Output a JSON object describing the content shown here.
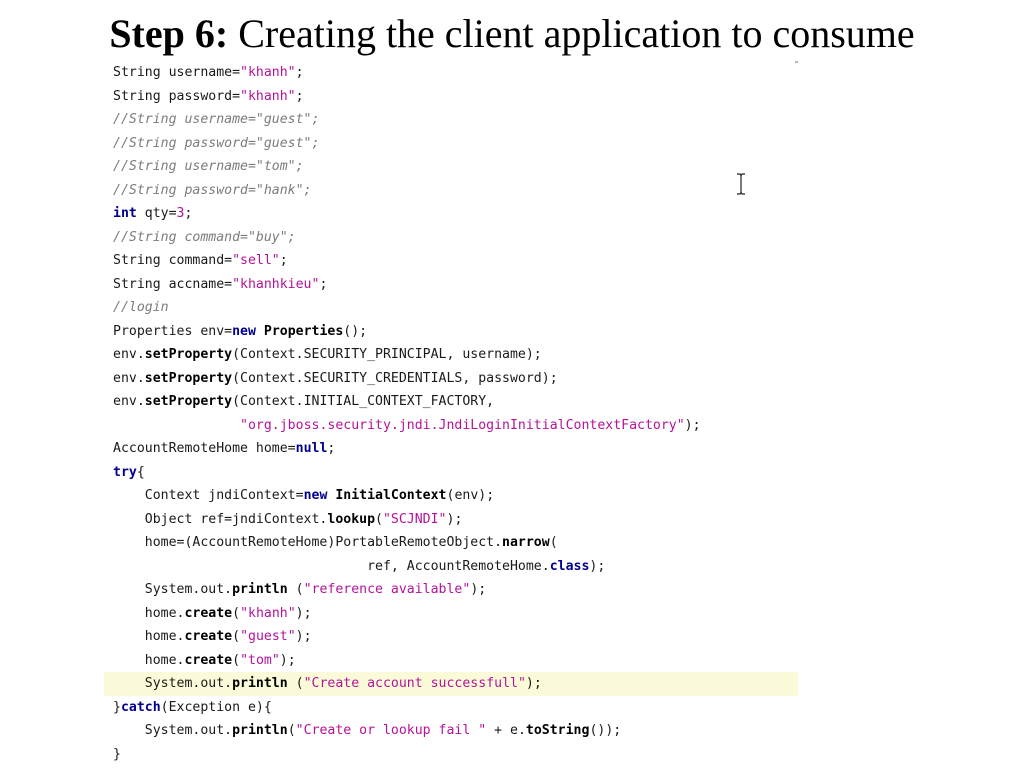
{
  "slide": {
    "title_bold": "Step 6:",
    "title_rest": "Creating the client application to consume"
  },
  "code_lines": [
    {
      "indent": "",
      "hl": false,
      "parts": [
        {
          "c": "p",
          "t": "String username="
        },
        {
          "c": "str",
          "t": "\"khanh\""
        },
        {
          "c": "p",
          "t": ";"
        }
      ]
    },
    {
      "indent": "",
      "hl": false,
      "parts": [
        {
          "c": "p",
          "t": "String password="
        },
        {
          "c": "str",
          "t": "\"khanh\""
        },
        {
          "c": "p",
          "t": ";"
        }
      ]
    },
    {
      "indent": "",
      "hl": false,
      "parts": [
        {
          "c": "cm",
          "t": "//String username=\"guest\";"
        }
      ]
    },
    {
      "indent": "",
      "hl": false,
      "parts": [
        {
          "c": "cm",
          "t": "//String password=\"guest\";"
        }
      ]
    },
    {
      "indent": "",
      "hl": false,
      "parts": [
        {
          "c": "cm",
          "t": "//String username=\"tom\";"
        }
      ]
    },
    {
      "indent": "",
      "hl": false,
      "parts": [
        {
          "c": "cm",
          "t": "//String password=\"hank\";"
        }
      ]
    },
    {
      "indent": "",
      "hl": false,
      "parts": [
        {
          "c": "kw",
          "t": "int"
        },
        {
          "c": "p",
          "t": " qty="
        },
        {
          "c": "num",
          "t": "3"
        },
        {
          "c": "p",
          "t": ";"
        }
      ]
    },
    {
      "indent": "",
      "hl": false,
      "parts": [
        {
          "c": "cm",
          "t": "//String command=\"buy\";"
        }
      ]
    },
    {
      "indent": "",
      "hl": false,
      "parts": [
        {
          "c": "p",
          "t": "String command="
        },
        {
          "c": "str",
          "t": "\"sell\""
        },
        {
          "c": "p",
          "t": ";"
        }
      ]
    },
    {
      "indent": "",
      "hl": false,
      "parts": [
        {
          "c": "p",
          "t": "String accname="
        },
        {
          "c": "str",
          "t": "\"khanhkieu\""
        },
        {
          "c": "p",
          "t": ";"
        }
      ]
    },
    {
      "indent": "",
      "hl": false,
      "parts": [
        {
          "c": "cm",
          "t": "//login"
        }
      ]
    },
    {
      "indent": "",
      "hl": false,
      "parts": [
        {
          "c": "p",
          "t": "Properties env="
        },
        {
          "c": "kw",
          "t": "new"
        },
        {
          "c": "p",
          "t": " "
        },
        {
          "c": "mth",
          "t": "Properties"
        },
        {
          "c": "p",
          "t": "();"
        }
      ]
    },
    {
      "indent": "",
      "hl": false,
      "parts": [
        {
          "c": "p",
          "t": "env."
        },
        {
          "c": "mth",
          "t": "setProperty"
        },
        {
          "c": "p",
          "t": "(Context.SECURITY_PRINCIPAL, username);"
        }
      ]
    },
    {
      "indent": "",
      "hl": false,
      "parts": [
        {
          "c": "p",
          "t": "env."
        },
        {
          "c": "mth",
          "t": "setProperty"
        },
        {
          "c": "p",
          "t": "(Context.SECURITY_CREDENTIALS, password);"
        }
      ]
    },
    {
      "indent": "",
      "hl": false,
      "parts": [
        {
          "c": "p",
          "t": "env."
        },
        {
          "c": "mth",
          "t": "setProperty"
        },
        {
          "c": "p",
          "t": "(Context.INITIAL_CONTEXT_FACTORY,"
        }
      ]
    },
    {
      "indent": "                ",
      "hl": false,
      "parts": [
        {
          "c": "str",
          "t": "\"org.jboss.security.jndi.JndiLoginInitialContextFactory\""
        },
        {
          "c": "p",
          "t": ");"
        }
      ]
    },
    {
      "indent": "",
      "hl": false,
      "parts": [
        {
          "c": "p",
          "t": "AccountRemoteHome home="
        },
        {
          "c": "kw",
          "t": "null"
        },
        {
          "c": "p",
          "t": ";"
        }
      ]
    },
    {
      "indent": "",
      "hl": false,
      "parts": [
        {
          "c": "kw",
          "t": "try"
        },
        {
          "c": "p",
          "t": "{"
        }
      ]
    },
    {
      "indent": "    ",
      "hl": false,
      "parts": [
        {
          "c": "p",
          "t": "Context jndiContext="
        },
        {
          "c": "kw",
          "t": "new"
        },
        {
          "c": "p",
          "t": " "
        },
        {
          "c": "mth",
          "t": "InitialContext"
        },
        {
          "c": "p",
          "t": "(env);"
        }
      ]
    },
    {
      "indent": "    ",
      "hl": false,
      "parts": [
        {
          "c": "p",
          "t": "Object ref=jndiContext."
        },
        {
          "c": "mth",
          "t": "lookup"
        },
        {
          "c": "p",
          "t": "("
        },
        {
          "c": "str",
          "t": "\"SCJNDI\""
        },
        {
          "c": "p",
          "t": ");"
        }
      ]
    },
    {
      "indent": "    ",
      "hl": false,
      "parts": [
        {
          "c": "p",
          "t": "home=(AccountRemoteHome)PortableRemoteObject."
        },
        {
          "c": "mth",
          "t": "narrow"
        },
        {
          "c": "p",
          "t": "("
        }
      ]
    },
    {
      "indent": "                                ",
      "hl": false,
      "parts": [
        {
          "c": "p",
          "t": "ref, AccountRemoteHome."
        },
        {
          "c": "kw",
          "t": "class"
        },
        {
          "c": "p",
          "t": ");"
        }
      ]
    },
    {
      "indent": "    ",
      "hl": false,
      "parts": [
        {
          "c": "p",
          "t": "System.out."
        },
        {
          "c": "mth",
          "t": "println"
        },
        {
          "c": "p",
          "t": " ("
        },
        {
          "c": "str",
          "t": "\"reference available\""
        },
        {
          "c": "p",
          "t": ");"
        }
      ]
    },
    {
      "indent": "    ",
      "hl": false,
      "parts": [
        {
          "c": "p",
          "t": "home."
        },
        {
          "c": "mth",
          "t": "create"
        },
        {
          "c": "p",
          "t": "("
        },
        {
          "c": "str",
          "t": "\"khanh\""
        },
        {
          "c": "p",
          "t": ");"
        }
      ]
    },
    {
      "indent": "    ",
      "hl": false,
      "parts": [
        {
          "c": "p",
          "t": "home."
        },
        {
          "c": "mth",
          "t": "create"
        },
        {
          "c": "p",
          "t": "("
        },
        {
          "c": "str",
          "t": "\"guest\""
        },
        {
          "c": "p",
          "t": ");"
        }
      ]
    },
    {
      "indent": "    ",
      "hl": false,
      "parts": [
        {
          "c": "p",
          "t": "home."
        },
        {
          "c": "mth",
          "t": "create"
        },
        {
          "c": "p",
          "t": "("
        },
        {
          "c": "str",
          "t": "\"tom\""
        },
        {
          "c": "p",
          "t": ");"
        }
      ]
    },
    {
      "indent": "    ",
      "hl": true,
      "parts": [
        {
          "c": "p",
          "t": "System.out."
        },
        {
          "c": "mth",
          "t": "println"
        },
        {
          "c": "p",
          "t": " ("
        },
        {
          "c": "str",
          "t": "\"Create account successfull\""
        },
        {
          "c": "p",
          "t": ");"
        }
      ]
    },
    {
      "indent": "",
      "hl": false,
      "parts": [
        {
          "c": "p",
          "t": "}"
        },
        {
          "c": "kw",
          "t": "catch"
        },
        {
          "c": "p",
          "t": "(Exception e){"
        }
      ]
    },
    {
      "indent": "    ",
      "hl": false,
      "parts": [
        {
          "c": "p",
          "t": "System.out."
        },
        {
          "c": "mth",
          "t": "println"
        },
        {
          "c": "p",
          "t": "("
        },
        {
          "c": "str",
          "t": "\"Create or lookup fail \""
        },
        {
          "c": "p",
          "t": " + e."
        },
        {
          "c": "mth",
          "t": "toString"
        },
        {
          "c": "p",
          "t": "());"
        }
      ]
    },
    {
      "indent": "",
      "hl": false,
      "parts": [
        {
          "c": "p",
          "t": "}"
        }
      ]
    }
  ],
  "colors": {
    "string": "#b5139a",
    "keyword": "#00008f",
    "comment": "#7c7c7c",
    "highlight": "#fcfbd9"
  },
  "icons": {
    "cursor": "text-cursor-icon"
  }
}
